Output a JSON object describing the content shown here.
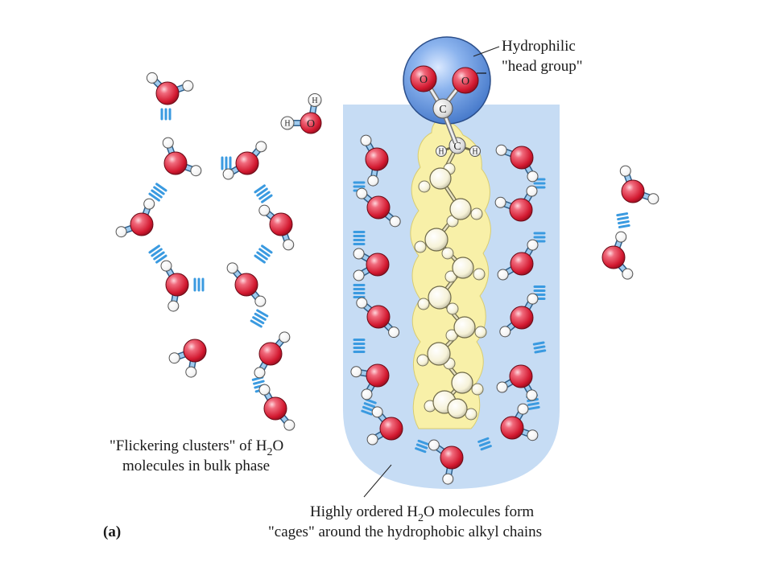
{
  "labels": {
    "head_line1": "Hydrophilic",
    "head_line2": "\"head group\"",
    "bulk_line1_pre": "\"Flickering clusters\" of H",
    "bulk_line1_sub": "2",
    "bulk_line1_post": "O",
    "bulk_line2": "molecules in bulk phase",
    "cage_line1_pre": "Highly ordered H",
    "cage_line1_sub": "2",
    "cage_line1_post": "O molecules form",
    "cage_line2": "\"cages\" around the hydrophobic alkyl chains",
    "panel": "(a)"
  },
  "atoms": {
    "hydrogen": "H",
    "oxygen": "O",
    "carbon": "C"
  },
  "colors": {
    "cage_fill": "#c6dcf4",
    "chain_fill": "#f8f0a8",
    "head_fill": "#5b8fd6",
    "oxygen_red": "#d41c34",
    "bond_blue": "#4ea3dc",
    "hbond_blue": "#3a9ae0"
  }
}
